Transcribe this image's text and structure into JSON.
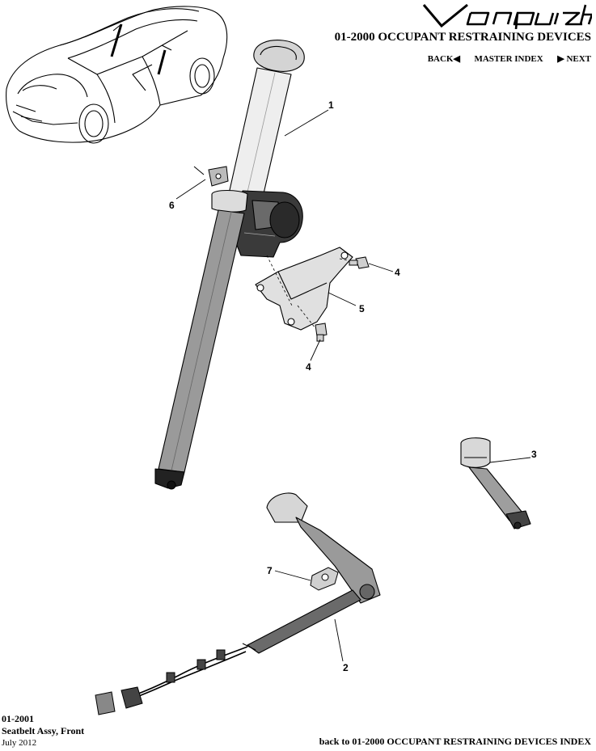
{
  "header": {
    "logo_text": "Vanquish",
    "title": "01-2000 OCCUPANT RESTRAINING DEVICES",
    "nav": {
      "back": "BACK",
      "master_index": "MASTER INDEX",
      "next": "NEXT"
    }
  },
  "callouts": [
    "1",
    "2",
    "3",
    "4",
    "4",
    "5",
    "6",
    "7"
  ],
  "footer": {
    "part_number": "01-2001",
    "part_name": "Seatbelt Assy, Front",
    "date": "July 2012",
    "back_link": "back to 01-2000 OCCUPANT RESTRAINING DEVICES INDEX"
  }
}
